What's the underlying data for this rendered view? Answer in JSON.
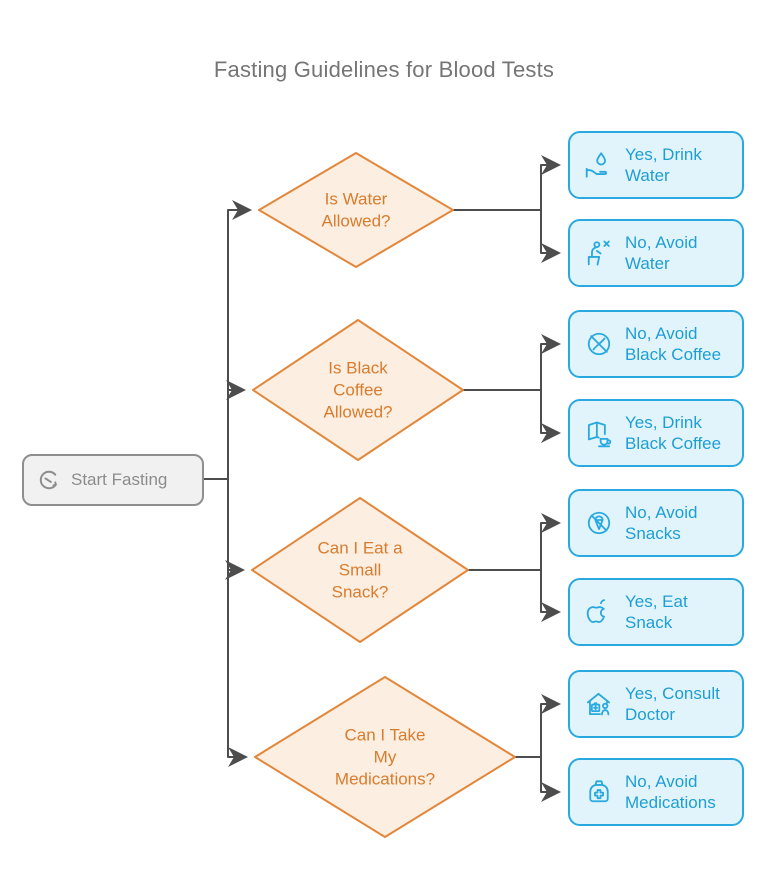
{
  "title": "Fasting Guidelines for Blood Tests",
  "start": {
    "label": "Start Fasting",
    "icon": "reset-clock-icon"
  },
  "decisions": [
    {
      "id": "water",
      "label": "Is Water\nAllowed?"
    },
    {
      "id": "coffee",
      "label": "Is Black\nCoffee\nAllowed?"
    },
    {
      "id": "snack",
      "label": "Can I Eat a\nSmall\nSnack?"
    },
    {
      "id": "medications",
      "label": "Can I Take\nMy\nMedications?"
    }
  ],
  "outcomes": [
    {
      "label": "Yes, Drink\nWater",
      "icon": "hand-water-drop-icon"
    },
    {
      "label": "No, Avoid\nWater",
      "icon": "no-drinking-person-icon"
    },
    {
      "label": "No, Avoid\nBlack Coffee",
      "icon": "no-coffee-bean-icon"
    },
    {
      "label": "Yes, Drink\nBlack Coffee",
      "icon": "menu-coffee-cup-icon"
    },
    {
      "label": "No, Avoid\nSnacks",
      "icon": "no-ice-cream-icon"
    },
    {
      "label": "Yes, Eat\nSnack",
      "icon": "apple-icon"
    },
    {
      "label": "Yes, Consult\nDoctor",
      "icon": "medical-clinic-icon"
    },
    {
      "label": "No, Avoid\nMedications",
      "icon": "medicine-bag-icon"
    }
  ],
  "colors": {
    "decision_fill": "#FCEEE0",
    "decision_border": "#E2873B",
    "decision_text": "#D97C2E",
    "outcome_fill": "#E1F4FB",
    "outcome_border": "#29A9E0",
    "outcome_text": "#1E9ED6",
    "start_fill": "#F1F1F1",
    "start_border": "#8F8F8F",
    "start_text": "#8C8C8C",
    "edge": "#4D4D4D",
    "title_text": "#757575"
  }
}
